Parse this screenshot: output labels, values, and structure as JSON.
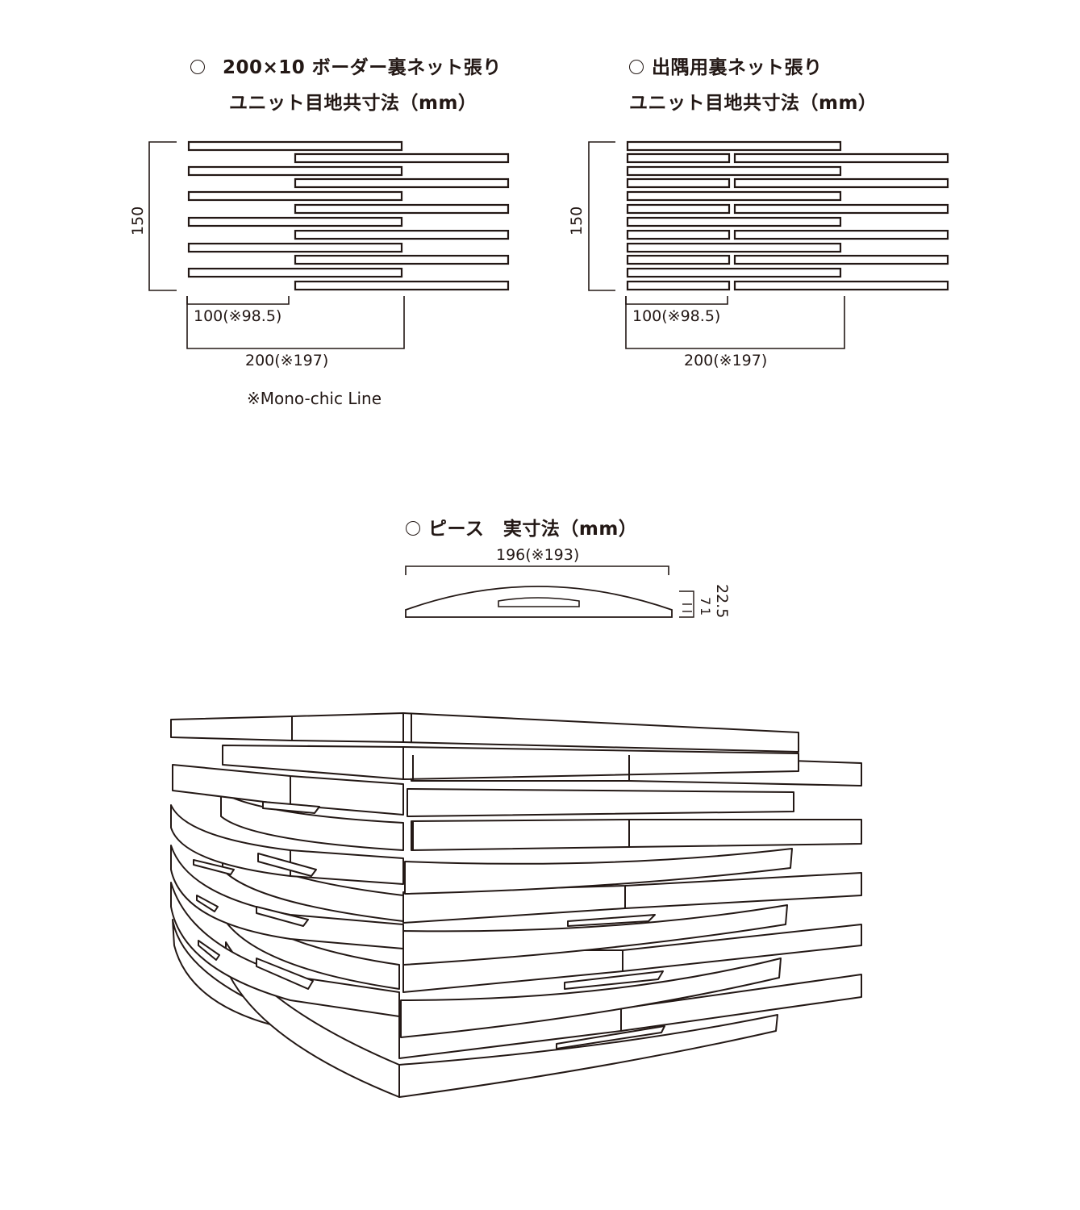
{
  "left_diagram": {
    "title": "200×10 ボーダー裏ネット張り",
    "subtitle": "ユニット目地共寸法（mm）",
    "height_label": "150",
    "short_label": "100(※98.5)",
    "long_label": "200(※197)",
    "note": "※Mono-chic Line"
  },
  "right_diagram": {
    "title": "出隅用裏ネット張り",
    "subtitle": "ユニット目地共寸法（mm）",
    "height_label": "150",
    "short_label": "100(※98.5)",
    "long_label": "200(※197)"
  },
  "piece": {
    "title": "ピース　実寸法（mm）",
    "width_label": "196(※193)",
    "height_label": "22.5",
    "thickness_label_1": "7",
    "thickness_label_2": "1"
  },
  "colors": {
    "ink": "#231815",
    "background": "#ffffff"
  }
}
